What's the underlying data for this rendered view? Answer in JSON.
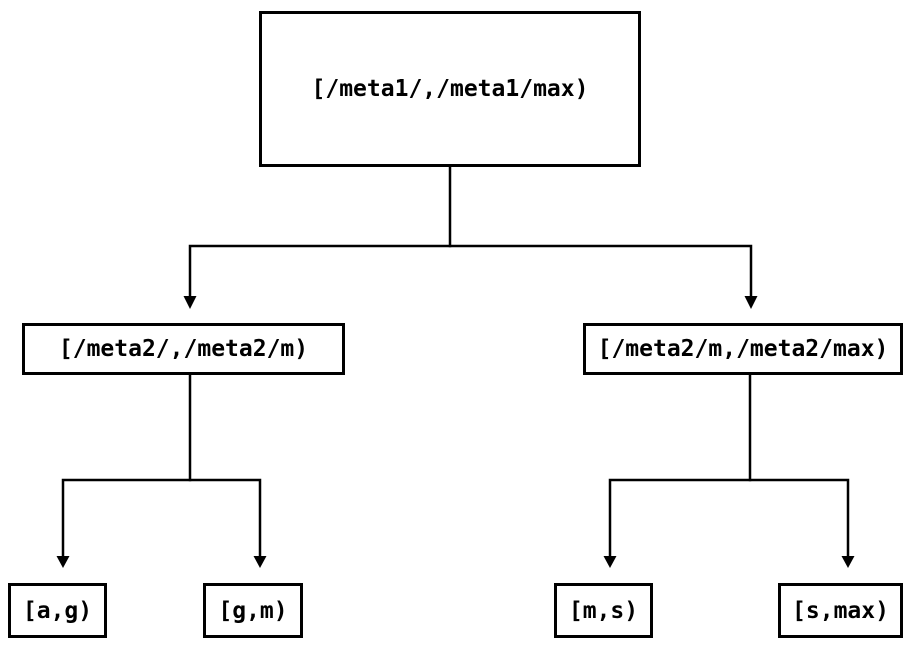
{
  "colors": {
    "ink": "#000000",
    "background": "#ffffff"
  },
  "tree": {
    "label": "[/meta1/,/meta1/max)",
    "children": [
      {
        "label": "[/meta2/,/meta2/m)",
        "children": [
          {
            "label": "[a,g)"
          },
          {
            "label": "[g,m)"
          }
        ]
      },
      {
        "label": "[/meta2/m,/meta2/max)",
        "children": [
          {
            "label": "[m,s)"
          },
          {
            "label": "[s,max)"
          }
        ]
      }
    ]
  }
}
